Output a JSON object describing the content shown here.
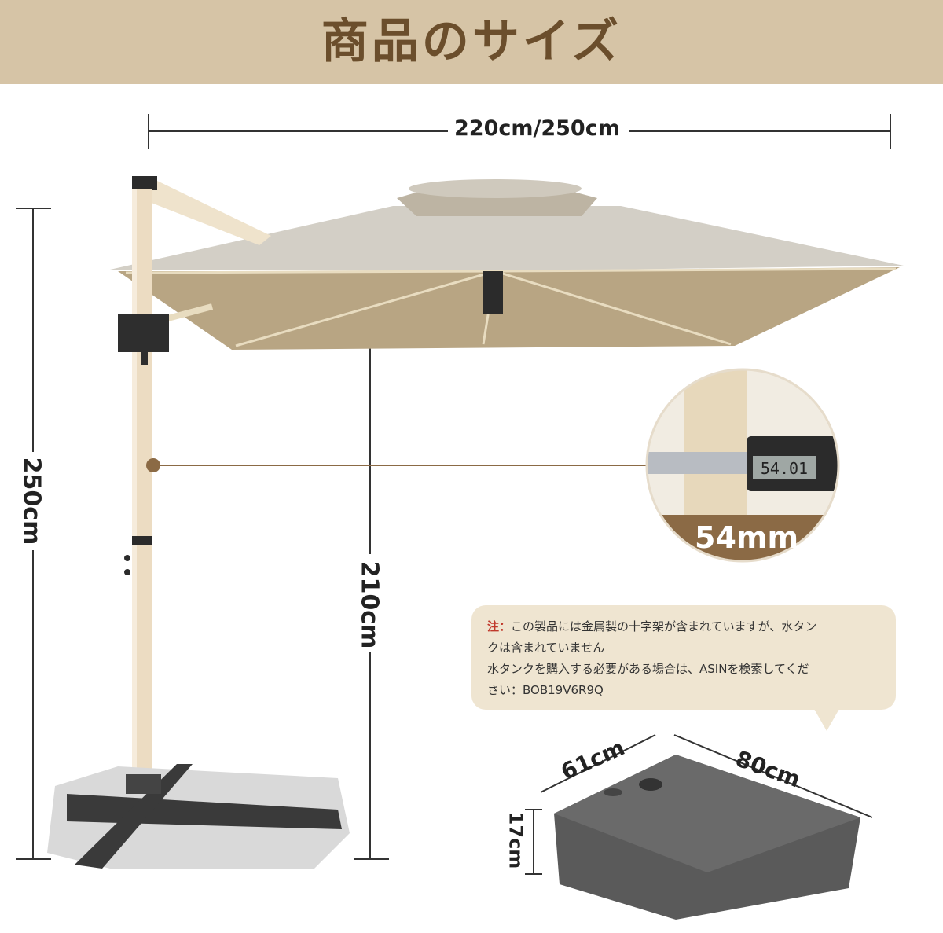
{
  "banner": {
    "title": "商品のサイズ"
  },
  "dimensions": {
    "total_width": "220cm/250cm",
    "total_height": "250cm",
    "canopy_clearance": "210cm",
    "pole_diameter": "54mm",
    "base_width": "61cm",
    "base_length": "80cm",
    "base_height": "17cm"
  },
  "note": {
    "label": "注：",
    "line1": "この製品には金属製の十字架が含まれていますが、水タン",
    "line2": "クは含まれていません",
    "line3": "水タンクを購入する必要がある場合は、ASINを検索してくだ",
    "line4": "さい：BOB19V6R9Q"
  },
  "caliper": {
    "display": "54.01"
  },
  "colors": {
    "banner": "#d6c4a6",
    "title": "#6b4e2c",
    "note_bg": "#efe5d1",
    "note_label": "#c0392b",
    "accent": "#8b6a45"
  }
}
